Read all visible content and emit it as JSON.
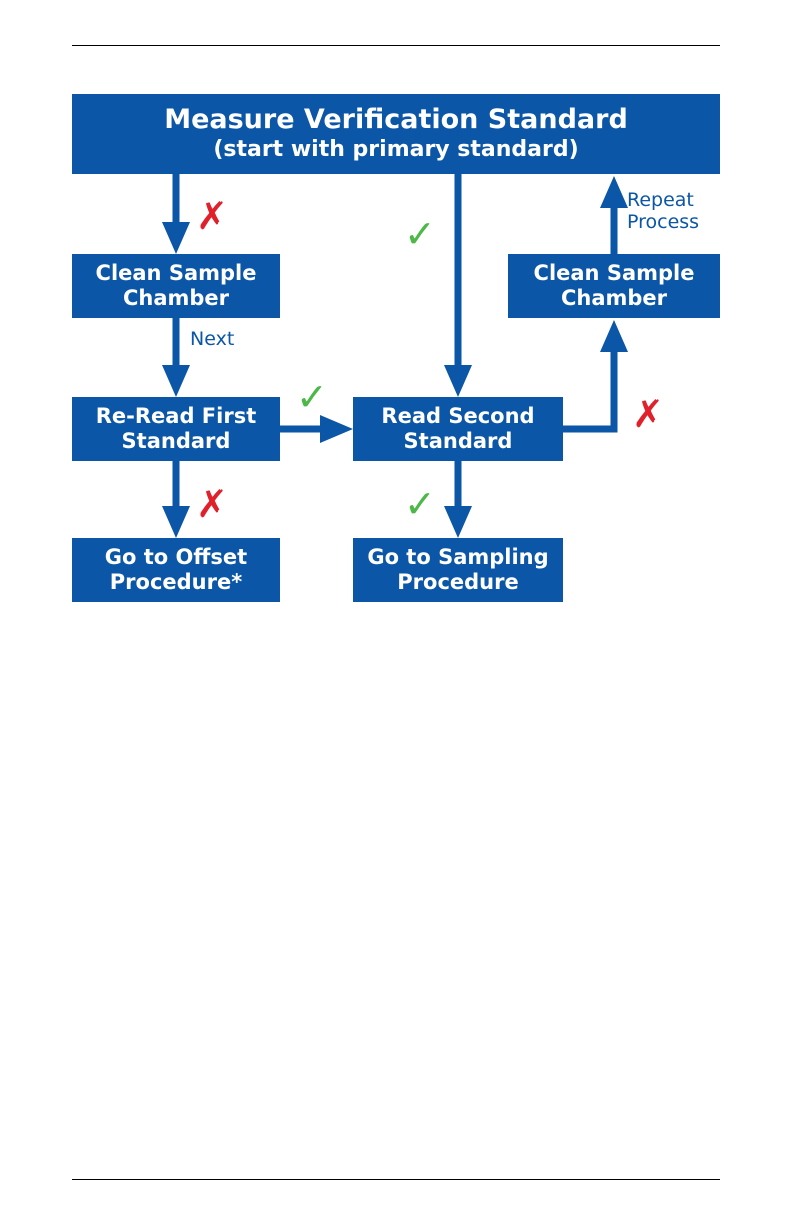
{
  "flowchart": {
    "measure_box": {
      "line1": "Measure Verification Standard",
      "line2": "(start with primary standard)"
    },
    "clean_chamber_left": {
      "line1": "Clean Sample",
      "line2": "Chamber"
    },
    "clean_chamber_right": {
      "line1": "Clean Sample",
      "line2": "Chamber"
    },
    "reread_first": {
      "line1": "Re-Read First",
      "line2": "Standard"
    },
    "read_second": {
      "line1": "Read Second",
      "line2": "Standard"
    },
    "offset_procedure": {
      "line1": "Go to Offset",
      "line2": "Procedure*"
    },
    "sampling_procedure": {
      "line1": "Go to Sampling",
      "line2": "Procedure"
    },
    "labels": {
      "next": "Next",
      "repeat_line1": "Repeat",
      "repeat_line2": "Process"
    },
    "marks": {
      "fail": "✗",
      "pass": "✓"
    },
    "colors": {
      "box": "#0b56a6",
      "pass": "#4cb848",
      "fail": "#e0202a"
    }
  }
}
